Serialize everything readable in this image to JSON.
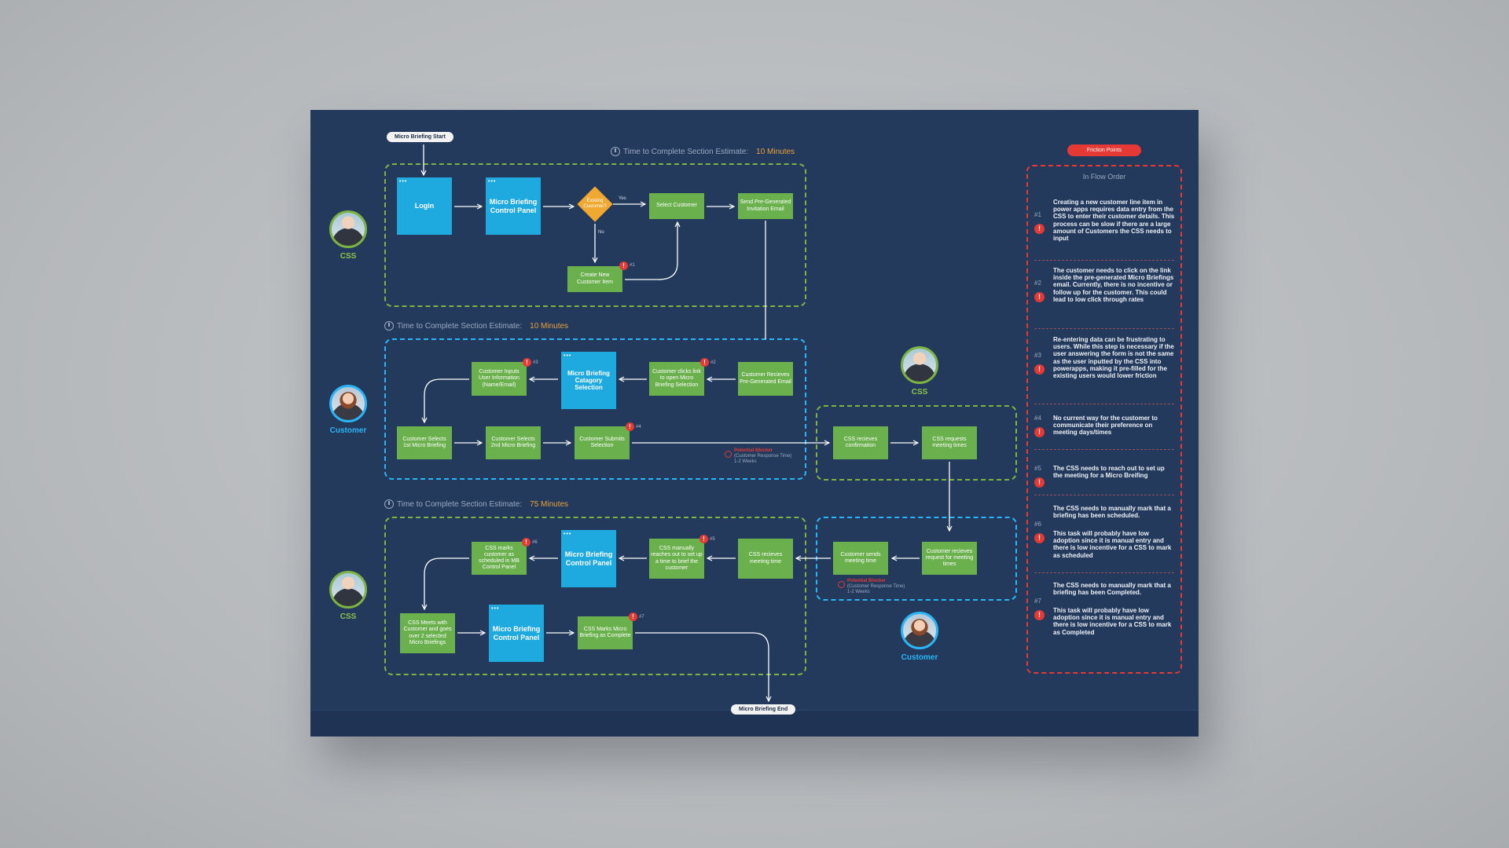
{
  "pills": {
    "start": "Micro Briefing Start",
    "end": "Micro Briefing End"
  },
  "sections": [
    {
      "label": "Time to Complete Section Estimate:",
      "value": "10 Minutes"
    },
    {
      "label": "Time to Complete Section Estimate:",
      "value": "10 Minutes"
    },
    {
      "label": "Time to Complete Section Estimate:",
      "value": "75 Minutes"
    }
  ],
  "roles": {
    "css": "CSS",
    "customer": "Customer"
  },
  "nodes": {
    "login": "Login",
    "mbcp1": "Micro Briefing Control Panel",
    "existing": "Existing Customer?",
    "yes": "Yes",
    "no": "No",
    "select_customer": "Select Customer",
    "send_email": "Send Pre-Generated Invitation Email",
    "create_customer": "Create New Customer Item",
    "customer_receives": "Customer Recieves Pre-Generated Email",
    "customer_clicks": "Customer clicks link to open Micro Briefing Selection",
    "category_selection": "Micro Briefing Catagory Selection",
    "customer_inputs": "Customer Inputs User Information (Name/Email)",
    "selects_1st": "Customer Selects 1st Micro Briefing",
    "selects_2nd": "Customer Selects 2nd Micro Briefing",
    "submits": "Customer Submits Selection",
    "css_receives_conf": "CSS recieves confirmation",
    "css_requests": "CSS requests meeting times",
    "customer_receives_req": "Customer recieves request for meeting times",
    "customer_sends": "Customer sends meeting time",
    "css_receives_time": "CSS recieves meeting time",
    "css_reaches": "CSS manually reaches out to set up a time to brief the customer",
    "mbcp2": "Micro Briefing Control Panel",
    "css_marks_sched": "CSS marks customer as scheduled in MB Control Panel",
    "css_meets": "CSS Meets with Customer and goes over 2 selected Micro Briefings",
    "mbcp3": "Micro Briefing Control Panel",
    "css_marks_complete": "CSS Marks Micro Briefing as Complete"
  },
  "badges": [
    "#1",
    "#2",
    "#3",
    "#4",
    "#5",
    "#6",
    "#7"
  ],
  "blockers": [
    {
      "title": "Potential Blocker",
      "desc": "(Customer Response Time)",
      "dur": "1-2 Weeks"
    },
    {
      "title": "Potential Blocker",
      "desc": "(Customer Response Time)",
      "dur": "1-2 Weeks"
    }
  ],
  "friction": {
    "title": "Friction Points",
    "subtitle": "In Flow Order",
    "items": [
      {
        "num": "#1",
        "text": "Creating a new customer line item in power apps requires data entry from the CSS to enter their customer details. This process can be slow if there are a large amount of Customers the CSS needs to input"
      },
      {
        "num": "#2",
        "text": "The customer needs to click on the link inside the pre-generated Micro Briefings email. Currently, there is no incentive or follow up for the customer. This could lead to low click through rates"
      },
      {
        "num": "#3",
        "text": "Re-entering data can be frustrating to users. While this step is necessary if the user answering the form is not the same as the user inputted by the CSS into powerapps, making it pre-filled for the existing users would lower friction"
      },
      {
        "num": "#4",
        "text": "No current way for the customer to communicate their preference on meeting days/times"
      },
      {
        "num": "#5",
        "text": "The CSS needs to reach out to set up the meeting for a Micro Breifing"
      },
      {
        "num": "#6",
        "text": "The CSS needs to manually mark that a briefing has been scheduled.",
        "text2": "This task will probably have low adoption since it is manual entry and there is low incentive for a CSS to mark as scheduled"
      },
      {
        "num": "#7",
        "text": "The CSS needs to manually mark that a briefing has been Completed.",
        "text2": "This task will probably have low adoption since it is manual entry and there is low incentive for a CSS to mark as Completed"
      }
    ]
  },
  "colors": {
    "background": "#243a5d",
    "green": "#6ab04c",
    "blue": "#1eaadf",
    "red": "#e53935",
    "orange": "#e8a23a",
    "diamond": "#f0a830"
  }
}
